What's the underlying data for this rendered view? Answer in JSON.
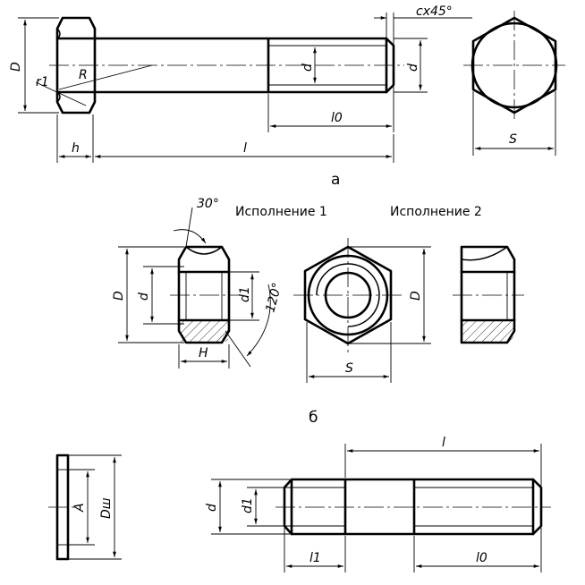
{
  "labels": {
    "bolt_D": "D",
    "bolt_r1": "r1",
    "bolt_R": "R",
    "bolt_d_thread": "d",
    "bolt_d_end": "d",
    "bolt_chamfer": "cx45°",
    "bolt_l0": "l0",
    "bolt_h": "h",
    "bolt_l": "l",
    "bolt_S": "S",
    "nut_angle30": "30°",
    "nut_D": "D",
    "nut_d": "d",
    "nut_d1": "d1",
    "nut_angle120": "120°",
    "nut_H": "H",
    "nut_S": "S",
    "nut_D_front": "D",
    "washer_A": "A",
    "washer_Dw": "Dш",
    "stud_l": "l",
    "stud_d": "d",
    "stud_d1": "d1",
    "stud_l1": "l1",
    "stud_l0": "l0"
  },
  "captions": {
    "variant1": "Исполнение 1",
    "variant2": "Исполнение 2"
  },
  "sections": {
    "a": "а",
    "b": "б"
  }
}
